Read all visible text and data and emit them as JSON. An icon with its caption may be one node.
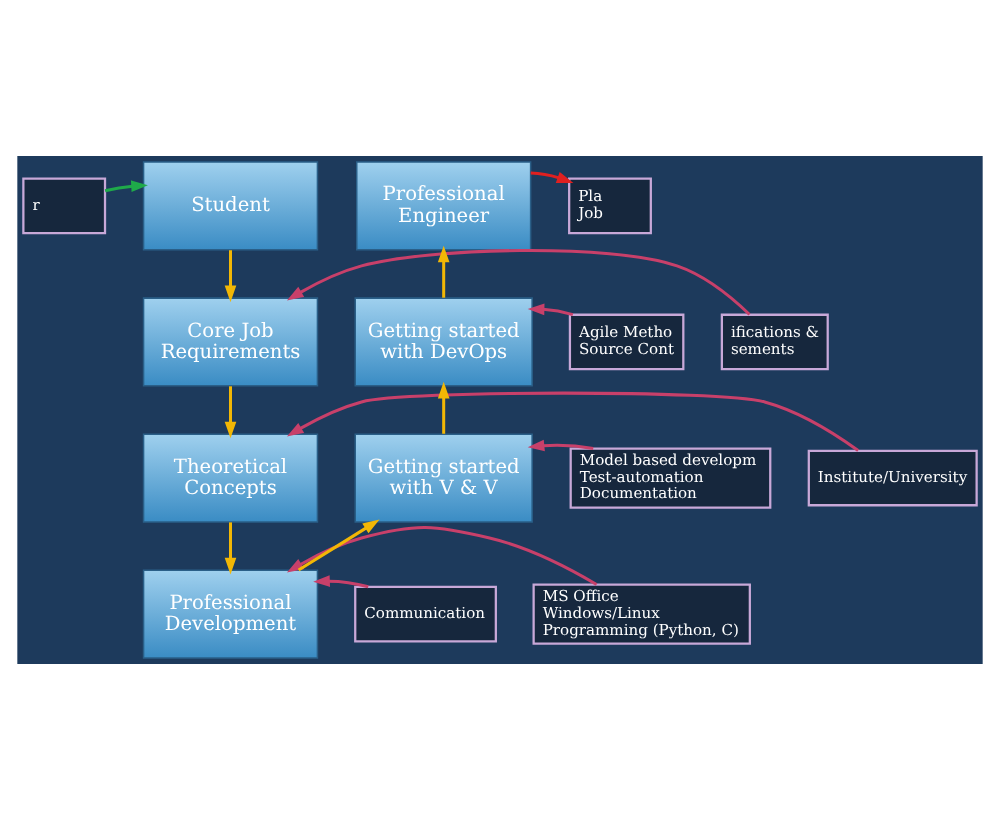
{
  "diagram": {
    "nodes": [
      {
        "text": [
          "r"
        ]
      },
      {
        "text": [
          "Student"
        ]
      },
      {
        "text": [
          "Professional Engineer"
        ]
      },
      {
        "text": [
          "Pla",
          "Job"
        ]
      },
      {
        "text": [
          "ifications &",
          "sements"
        ]
      },
      {
        "text": [
          "Core Job Requirements"
        ]
      },
      {
        "text": [
          "Getting started with DevOps"
        ]
      },
      {
        "text": [
          "Agile Metho",
          "Source Cont"
        ]
      },
      {
        "text": [
          "Institute/University"
        ]
      },
      {
        "text": [
          "Theoretical Concepts"
        ]
      },
      {
        "text": [
          "Getting started with V & V"
        ]
      },
      {
        "text": [
          "Model based developm",
          "Test-automation",
          "Documentation"
        ]
      },
      {
        "text": [
          "MS Office",
          "Windows/Linux",
          "Programming (Python, C)"
        ]
      },
      {
        "text": [
          "Professional Development"
        ]
      },
      {
        "text": [
          "Communication"
        ]
      }
    ],
    "edges": [
      {
        "from": 0,
        "to": 1,
        "arrow": "to",
        "color": "#1faa4a"
      },
      {
        "from": 1,
        "to": 5,
        "arrow": "to"
      },
      {
        "from": 5,
        "to": 9,
        "arrow": "to"
      },
      {
        "from": 9,
        "to": 13,
        "arrow": "to"
      },
      {
        "from": 13,
        "to": 10,
        "arrow": "to"
      },
      {
        "from": 10,
        "to": 6,
        "arrow": "to"
      },
      {
        "from": 6,
        "to": 2,
        "arrow": "to"
      },
      {
        "from": 2,
        "to": 3,
        "arrow": "to",
        "color": "#e02020"
      },
      {
        "from": 4,
        "to": 5,
        "arrow": "to",
        "color": "#c8406a"
      },
      {
        "from": 8,
        "to": 9,
        "arrow": "to",
        "color": "#c8406a"
      },
      {
        "from": 12,
        "to": 13,
        "arrow": "to",
        "color": "#c8406a"
      },
      {
        "from": 14,
        "to": 13,
        "arrow": "to",
        "color": "#c8406a"
      },
      {
        "from": 11,
        "to": 10,
        "arrow": "to",
        "color": "#c8406a"
      },
      {
        "from": 7,
        "to": 6,
        "arrow": "to",
        "color": "#c8406a"
      }
    ]
  }
}
